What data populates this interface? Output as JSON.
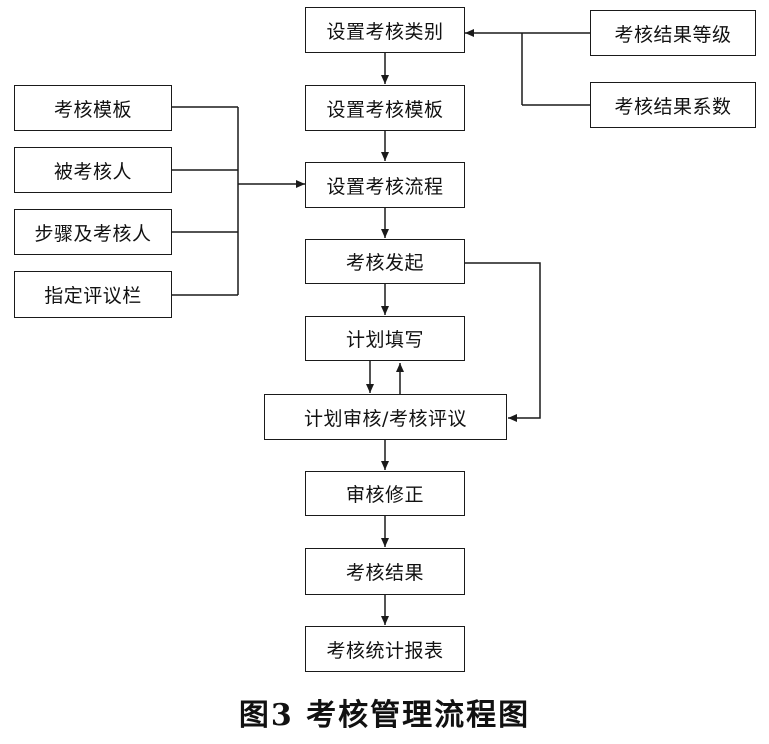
{
  "nodes": {
    "set_category": "设置考核类别",
    "set_template": "设置考核模板",
    "set_process": "设置考核流程",
    "initiate": "考核发起",
    "plan_fill": "计划填写",
    "plan_review": "计划审核/考核评议",
    "review_fix": "审核修正",
    "result": "考核结果",
    "report": "考核统计报表",
    "result_level": "考核结果等级",
    "result_coeff": "考核结果系数",
    "template": "考核模板",
    "assessee": "被考核人",
    "steps_assessor": "步骤及考核人",
    "comment_column": "指定评议栏"
  },
  "caption": "图3   考核管理流程图"
}
